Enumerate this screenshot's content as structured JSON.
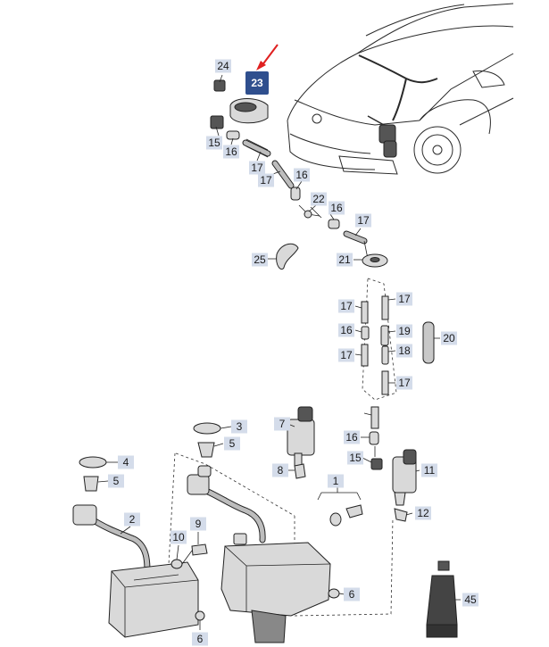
{
  "diagram": {
    "highlighted": "23",
    "arrow_color": "#e02020",
    "label_bg": "#d4dcea",
    "label_highlight_bg": "#2f4f8e",
    "labels": [
      "24",
      "23",
      "15",
      "16",
      "17",
      "17",
      "16",
      "22",
      "16",
      "17",
      "25",
      "21",
      "17",
      "17",
      "16",
      "19",
      "20",
      "18",
      "17",
      "17",
      "7",
      "3",
      "5",
      "4",
      "5",
      "8",
      "16",
      "15",
      "11",
      "1",
      "12",
      "2",
      "9",
      "10",
      "6",
      "6",
      "45"
    ]
  }
}
